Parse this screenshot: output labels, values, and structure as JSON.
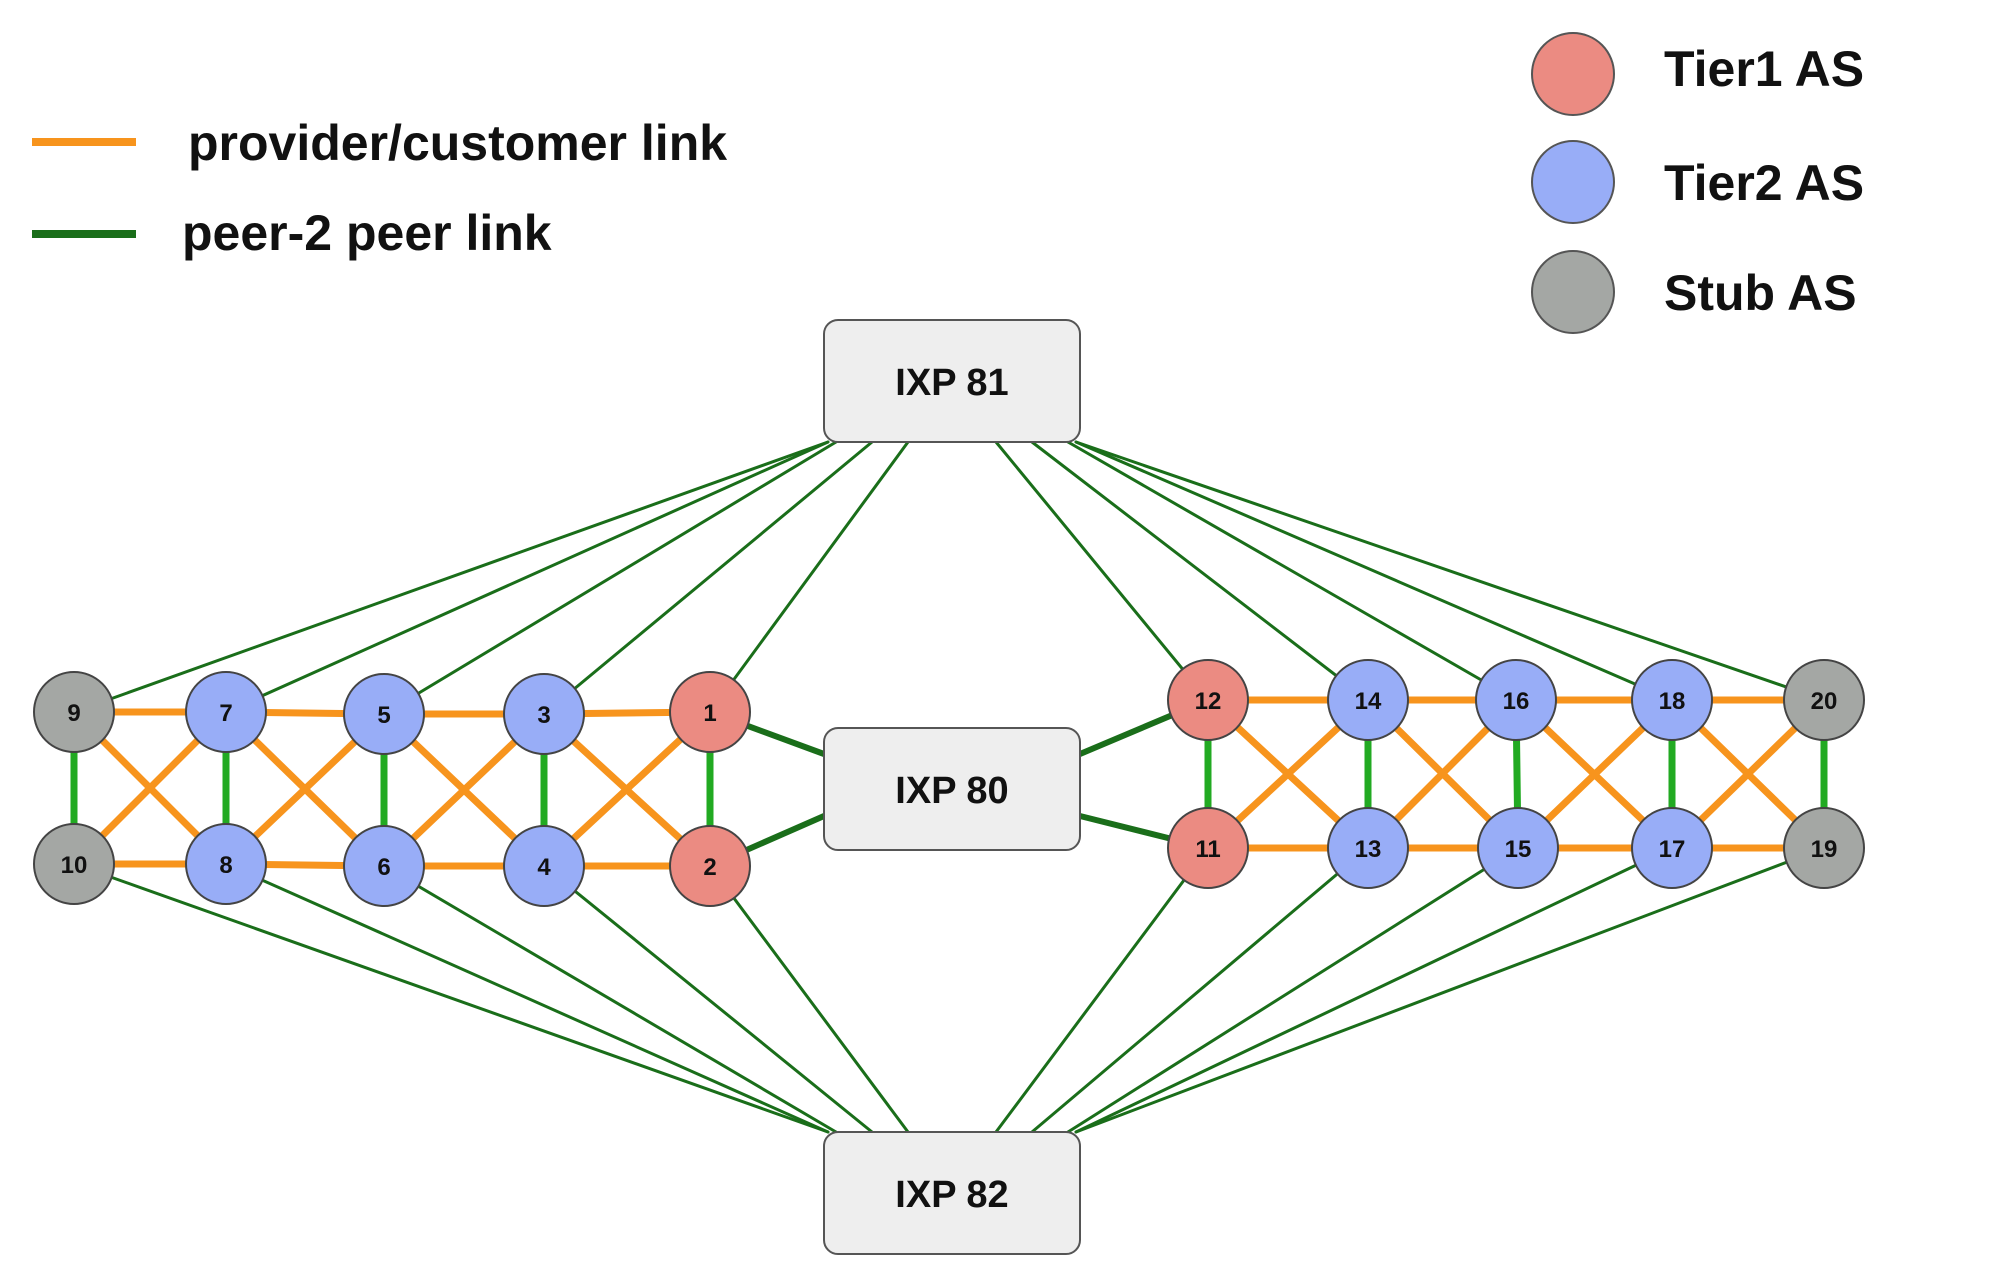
{
  "legend": {
    "links": [
      {
        "label": "provider/customer link",
        "color": "#f7941d"
      },
      {
        "label": "peer-2 peer link",
        "color": "#1a6e1a"
      }
    ],
    "tiers": [
      {
        "label": "Tier1 AS",
        "color": "#eb8b82"
      },
      {
        "label": "Tier2 AS",
        "color": "#98adf7"
      },
      {
        "label": "Stub AS",
        "color": "#a4a7a4"
      }
    ]
  },
  "colors": {
    "provider_customer": "#f7941d",
    "peer_ixp_thin": "#1a6e1a",
    "peer_ixp_thick": "#1a6e1a",
    "peer_direct": "#22aa22",
    "ixp_fill": "#eeeeee",
    "ixp_stroke": "#555555",
    "node_stroke": "#444444"
  },
  "ixps": [
    {
      "id": "81",
      "label": "IXP 81"
    },
    {
      "id": "80",
      "label": "IXP 80"
    },
    {
      "id": "82",
      "label": "IXP 82"
    }
  ],
  "nodes": [
    {
      "id": "1",
      "tier": "Tier1 AS"
    },
    {
      "id": "2",
      "tier": "Tier1 AS"
    },
    {
      "id": "3",
      "tier": "Tier2 AS"
    },
    {
      "id": "4",
      "tier": "Tier2 AS"
    },
    {
      "id": "5",
      "tier": "Tier2 AS"
    },
    {
      "id": "6",
      "tier": "Tier2 AS"
    },
    {
      "id": "7",
      "tier": "Tier2 AS"
    },
    {
      "id": "8",
      "tier": "Tier2 AS"
    },
    {
      "id": "9",
      "tier": "Stub AS"
    },
    {
      "id": "10",
      "tier": "Stub AS"
    },
    {
      "id": "11",
      "tier": "Tier1 AS"
    },
    {
      "id": "12",
      "tier": "Tier1 AS"
    },
    {
      "id": "13",
      "tier": "Tier2 AS"
    },
    {
      "id": "14",
      "tier": "Tier2 AS"
    },
    {
      "id": "15",
      "tier": "Tier2 AS"
    },
    {
      "id": "16",
      "tier": "Tier2 AS"
    },
    {
      "id": "17",
      "tier": "Tier2 AS"
    },
    {
      "id": "18",
      "tier": "Tier2 AS"
    },
    {
      "id": "19",
      "tier": "Stub AS"
    },
    {
      "id": "20",
      "tier": "Stub AS"
    }
  ],
  "provider_customer_links": [
    [
      "9",
      "7"
    ],
    [
      "9",
      "8"
    ],
    [
      "10",
      "7"
    ],
    [
      "10",
      "8"
    ],
    [
      "7",
      "5"
    ],
    [
      "7",
      "6"
    ],
    [
      "8",
      "5"
    ],
    [
      "8",
      "6"
    ],
    [
      "5",
      "3"
    ],
    [
      "5",
      "4"
    ],
    [
      "6",
      "3"
    ],
    [
      "6",
      "4"
    ],
    [
      "3",
      "1"
    ],
    [
      "3",
      "2"
    ],
    [
      "4",
      "1"
    ],
    [
      "4",
      "2"
    ],
    [
      "12",
      "14"
    ],
    [
      "12",
      "13"
    ],
    [
      "11",
      "14"
    ],
    [
      "11",
      "13"
    ],
    [
      "14",
      "16"
    ],
    [
      "14",
      "15"
    ],
    [
      "13",
      "16"
    ],
    [
      "13",
      "15"
    ],
    [
      "16",
      "18"
    ],
    [
      "16",
      "17"
    ],
    [
      "15",
      "18"
    ],
    [
      "15",
      "17"
    ],
    [
      "18",
      "20"
    ],
    [
      "18",
      "19"
    ],
    [
      "17",
      "20"
    ],
    [
      "17",
      "19"
    ]
  ],
  "peer_links_direct": [
    [
      "9",
      "10"
    ],
    [
      "7",
      "8"
    ],
    [
      "5",
      "6"
    ],
    [
      "3",
      "4"
    ],
    [
      "1",
      "2"
    ],
    [
      "12",
      "11"
    ],
    [
      "14",
      "13"
    ],
    [
      "16",
      "15"
    ],
    [
      "18",
      "17"
    ],
    [
      "20",
      "19"
    ]
  ],
  "peer_links_ixp": [
    {
      "ixp": "81",
      "nodes": [
        "9",
        "7",
        "5",
        "3",
        "1",
        "12",
        "14",
        "16",
        "18",
        "20"
      ]
    },
    {
      "ixp": "80",
      "nodes": [
        "1",
        "2",
        "12",
        "11"
      ]
    },
    {
      "ixp": "82",
      "nodes": [
        "10",
        "8",
        "6",
        "4",
        "2",
        "11",
        "13",
        "15",
        "17",
        "19"
      ]
    }
  ]
}
